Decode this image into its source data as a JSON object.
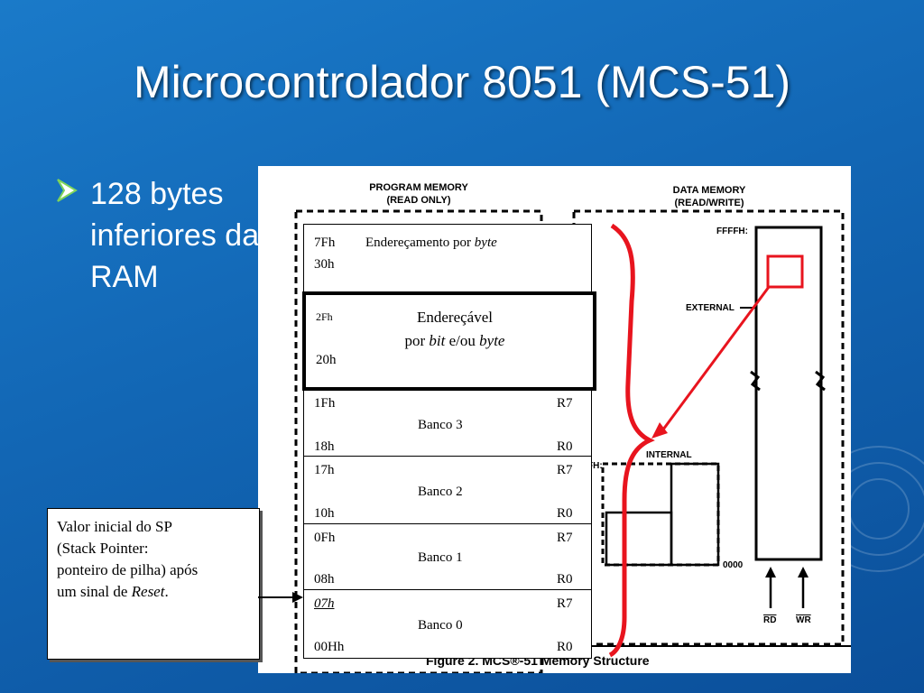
{
  "slide": {
    "title": "Microcontrolador 8051 (MCS-51)",
    "bullet": {
      "icon": "arrow-bullet-icon",
      "text": "128 bytes inferiores da RAM"
    },
    "accent_color": "#ffffff"
  },
  "figure": {
    "program_memory_label_1": "PROGRAM MEMORY",
    "program_memory_label_2": "(READ ONLY)",
    "data_memory_label_1": "DATA MEMORY",
    "data_memory_label_2": "(READ/WRITE)",
    "ffffh": "FFFFH:",
    "external": "EXTERNAL",
    "internal": "INTERNAL",
    "fh_fragment": "FH:",
    "zero": "0000",
    "rd": "RD",
    "wr": "WR",
    "caption": "Figure 2. MCS®-51 Memory Structure",
    "highlight_color": "#e8141e"
  },
  "ram": {
    "upper": {
      "hi": "7Fh",
      "lo": "30h",
      "desc_prefix": "Endereçamento por ",
      "desc_em": "byte"
    },
    "bit": {
      "hi": "2Fh",
      "lo": "20h",
      "line1": "Endereçável",
      "line2_pre": "por ",
      "line2_em1": "bit",
      "line2_mid": " e/ou ",
      "line2_em2": "byte"
    },
    "banks": [
      {
        "hi": "1Fh",
        "lo": "18h",
        "name": "Banco 3",
        "r_hi": "R7",
        "r_lo": "R0"
      },
      {
        "hi": "17h",
        "lo": "10h",
        "name": "Banco 2",
        "r_hi": "R7",
        "r_lo": "R0"
      },
      {
        "hi": "0Fh",
        "lo": "08h",
        "name": "Banco 1",
        "r_hi": "R7",
        "r_lo": "R0"
      },
      {
        "hi": "07h",
        "lo": "00Hh",
        "name": "Banco 0",
        "r_hi": "R7",
        "r_lo": "R0"
      }
    ]
  },
  "sp_note": {
    "line1": "Valor inicial do SP",
    "line2": "(Stack Pointer:",
    "line3": "ponteiro de pilha) após",
    "line4_pre": "um  sinal de ",
    "line4_em": "Reset",
    "line4_post": "."
  }
}
